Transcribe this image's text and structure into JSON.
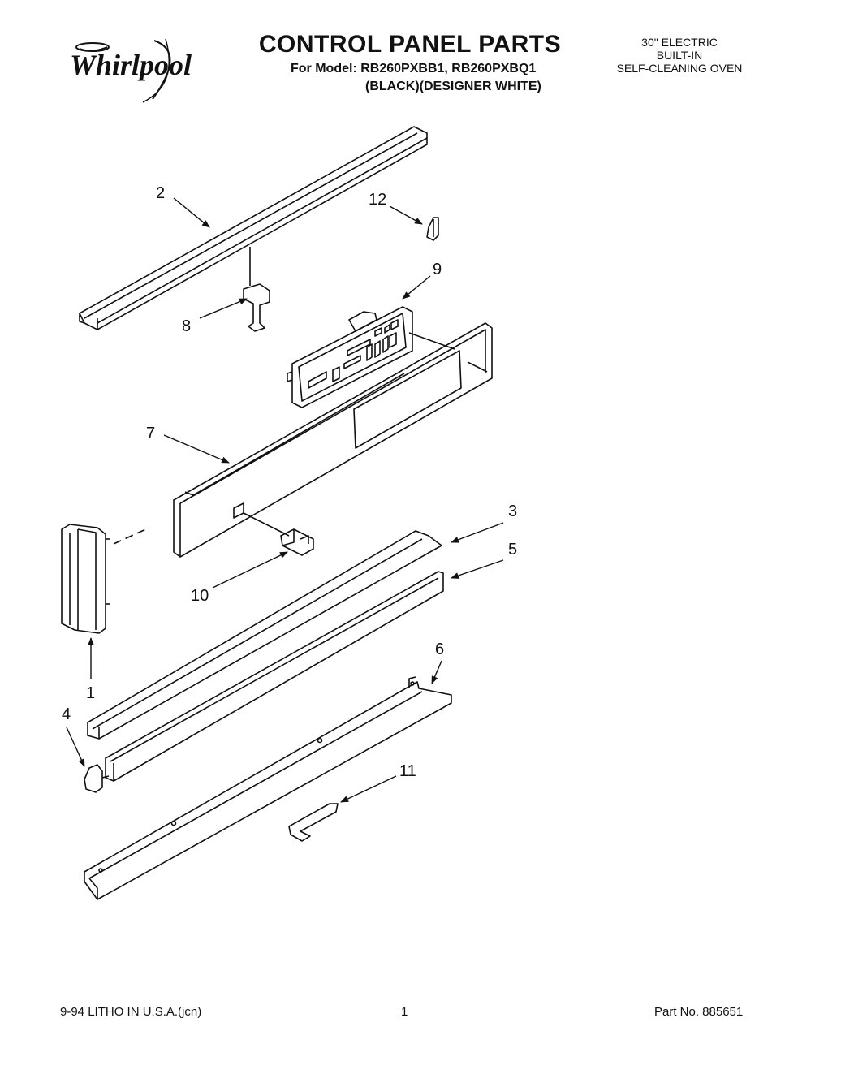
{
  "brand": {
    "logo_text": "Whirlpool"
  },
  "header": {
    "title": "CONTROL PANEL PARTS",
    "model_line": "For Model: RB260PXBB1, RB260PXBQ1",
    "color_line": "(BLACK)(DESIGNER WHITE)",
    "product_desc": [
      "30\" ELECTRIC",
      "BUILT-IN",
      "SELF-CLEANING OVEN"
    ]
  },
  "callouts": {
    "c1": "1",
    "c2": "2",
    "c3": "3",
    "c4": "4",
    "c5": "5",
    "c6": "6",
    "c7": "7",
    "c8": "8",
    "c9": "9",
    "c10": "10",
    "c11": "11",
    "c12": "12"
  },
  "footer": {
    "litho": "9-94 LITHO IN U.S.A.(jcn)",
    "page_number": "1",
    "part_number": "Part No. 885651"
  }
}
